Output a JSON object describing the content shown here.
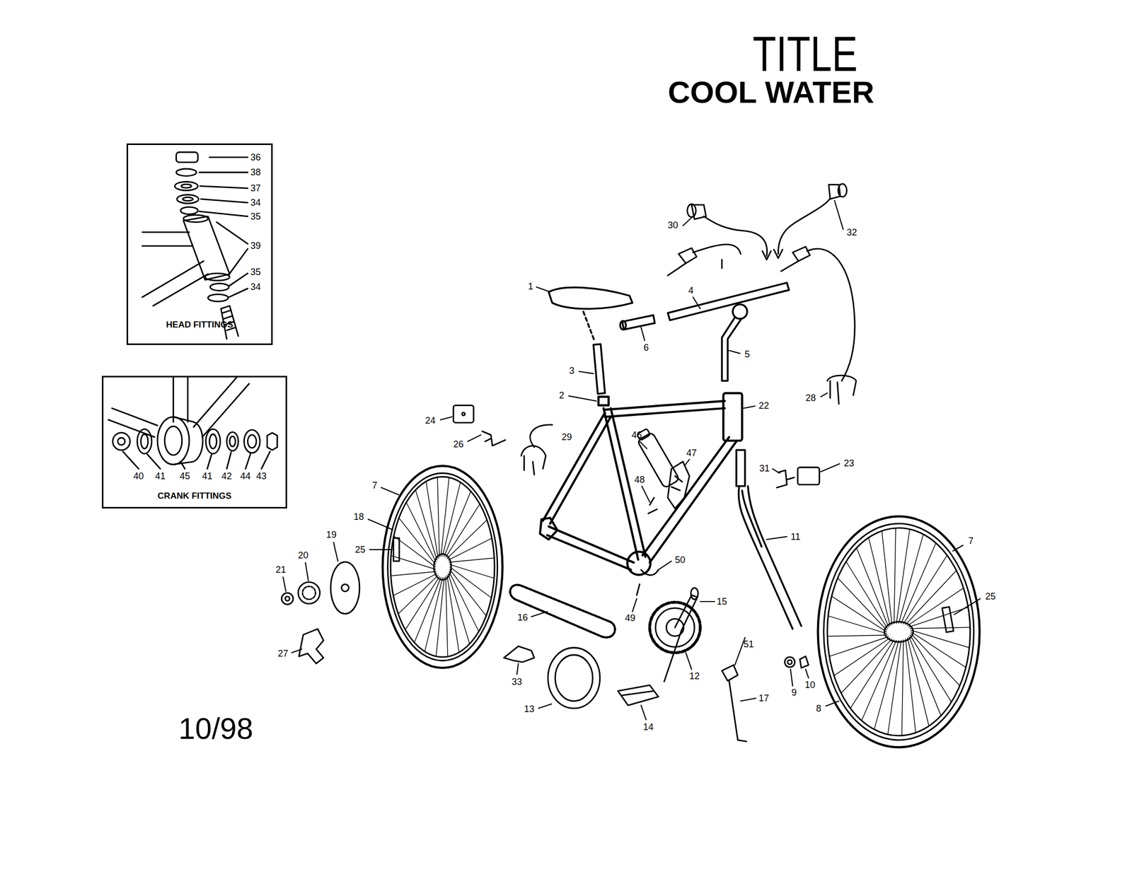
{
  "diagram": {
    "title": "TITLE",
    "nodes": [
      {
        "text": [
          "HEAD FITTINGS"
        ]
      },
      {
        "text": [
          "CRANK FITTINGS"
        ]
      }
    ],
    "labels": [
      "COOL WATER",
      "36",
      "38",
      "37",
      "34",
      "35",
      "39",
      "35",
      "34",
      "40",
      "41",
      "45",
      "41",
      "42",
      "44",
      "43",
      "30",
      "32",
      "1",
      "4",
      "6",
      "5",
      "3",
      "2",
      "28",
      "22",
      "24",
      "46",
      "29",
      "26",
      "47",
      "23",
      "31",
      "48",
      "7",
      "18",
      "19",
      "11",
      "25",
      "7",
      "20",
      "50",
      "21",
      "25",
      "15",
      "16",
      "49",
      "51",
      "27",
      "12",
      "33",
      "10",
      "9",
      "17",
      "8",
      "13",
      "14",
      "10/98"
    ]
  }
}
